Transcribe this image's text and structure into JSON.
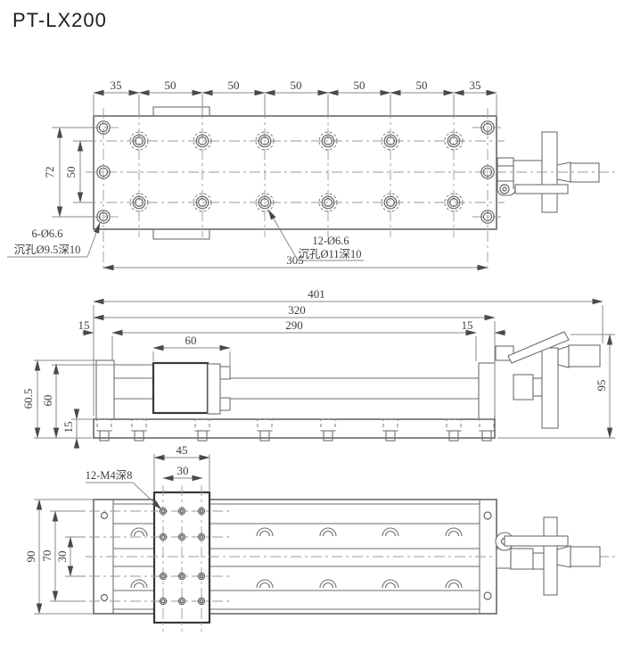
{
  "title": "PT-LX200",
  "colors": {
    "line": "#6e6e6e",
    "dimension": "#8a8a8a",
    "text": "#3d3d3d",
    "background": "#ffffff"
  },
  "top_view": {
    "chain_dims": [
      "35",
      "50",
      "50",
      "50",
      "50",
      "50",
      "35"
    ],
    "height_dim": "72",
    "inner_height_dim": "50",
    "hole_span_dim": "305",
    "corner_callout": {
      "line1": "6-Ø6.6",
      "line2": "沉孔Ø9.5深10"
    },
    "center_callout": {
      "line1": "12-Ø6.6",
      "line2": "沉孔Ø11深10"
    }
  },
  "front_view": {
    "overall_length": "401",
    "body_length": "320",
    "inner_length": "290",
    "end_left": "15",
    "end_right": "15",
    "carriage_width": "60",
    "overall_height": "60.5",
    "body_height": "60",
    "base_height": "15",
    "right_height": "95"
  },
  "bottom_view": {
    "plate_width": "45",
    "plate_hole_span": "30",
    "tap_callout": "12-M4深8",
    "body_width": "90",
    "hole_span": "70",
    "inner_hole_span": "30"
  }
}
